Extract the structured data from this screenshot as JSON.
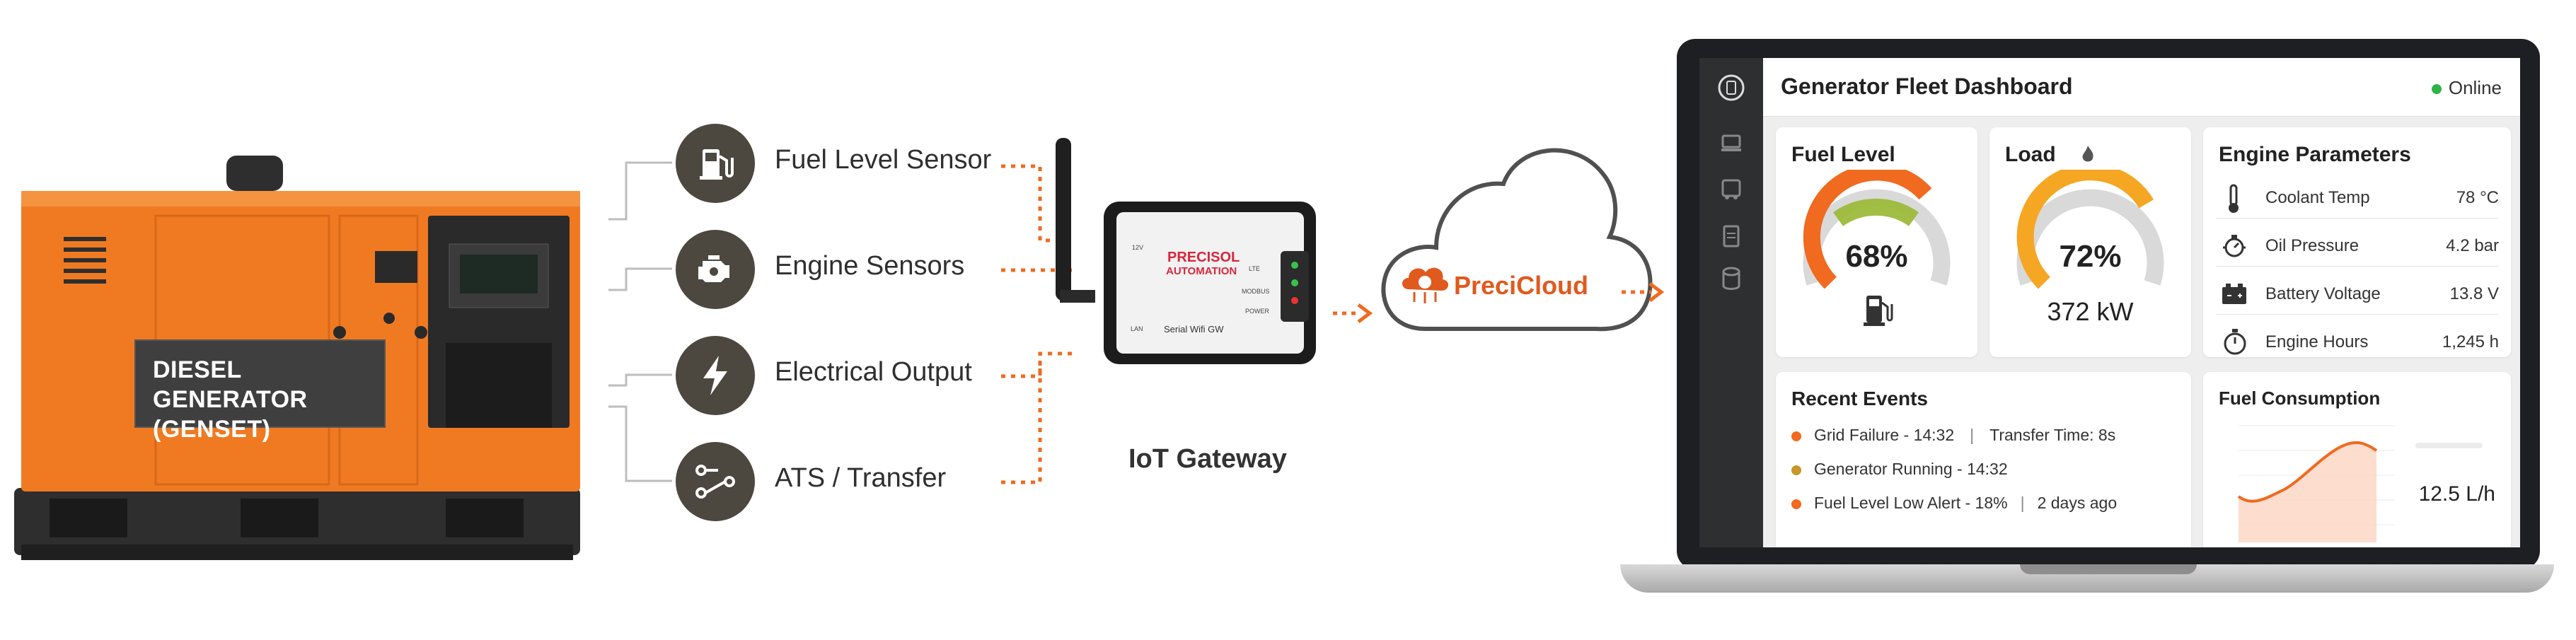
{
  "generator": {
    "label_line1": "DIESEL GENERATOR",
    "label_line2": "(GENSET)"
  },
  "sensors": [
    {
      "label": "Fuel Level Sensor",
      "icon": "fuel-pump-icon"
    },
    {
      "label": "Engine Sensors",
      "icon": "engine-icon"
    },
    {
      "label": "Electrical Output",
      "icon": "lightning-icon"
    },
    {
      "label": "ATS / Transfer",
      "icon": "transfer-switch-icon"
    }
  ],
  "gateway": {
    "caption": "IoT Gateway",
    "brand_line1": "PRECISOL",
    "brand_line2": "AUTOMATION",
    "model": "Serial Wifi GW",
    "port_labels": [
      "12V",
      "LAN",
      "LTE",
      "MODBUS",
      "POWER"
    ]
  },
  "cloud": {
    "name": "PreciCloud"
  },
  "dashboard": {
    "title": "Generator Fleet Dashboard",
    "status": "Online",
    "status_color": "#2fb344",
    "accent": "#f06a1f",
    "fuel": {
      "title": "Fuel Level",
      "value": "68%",
      "fraction": 0.68
    },
    "load": {
      "title": "Load",
      "value": "72%",
      "fraction": 0.72,
      "power": "372 kW"
    },
    "engine": {
      "title": "Engine Parameters",
      "params": [
        {
          "name": "Coolant Temp",
          "value": "78 °C",
          "icon": "thermometer-icon"
        },
        {
          "name": "Oil Pressure",
          "value": "4.2 bar",
          "icon": "oil-pressure-icon"
        },
        {
          "name": "Battery Voltage",
          "value": "13.8 V",
          "icon": "battery-icon"
        },
        {
          "name": "Engine Hours",
          "value": "1,245 h",
          "icon": "stopwatch-icon"
        }
      ]
    },
    "events": {
      "title": "Recent Events",
      "items": [
        {
          "text": "Grid Failure - 14:32",
          "extra": "Transfer Time: 8s",
          "color": "#f06a1f"
        },
        {
          "text": "Generator Running - 14:32",
          "extra": "",
          "color": "#c8962a"
        },
        {
          "text": "Fuel Level Low Alert - 18%",
          "extra": "2 days ago",
          "color": "#f06a1f"
        }
      ]
    },
    "consumption": {
      "title": "Fuel Consumption",
      "value": "12.5 L/h"
    }
  }
}
